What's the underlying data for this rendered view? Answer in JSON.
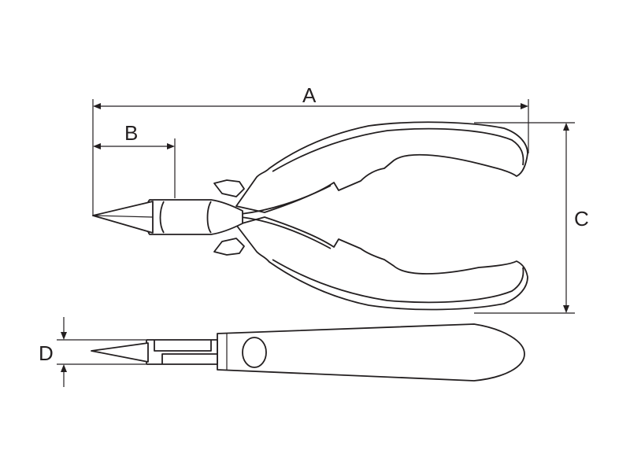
{
  "dimensions": {
    "a": "A",
    "b": "B",
    "c": "C",
    "d": "D"
  },
  "colors": {
    "line": "#231f20",
    "background": "#ffffff"
  }
}
